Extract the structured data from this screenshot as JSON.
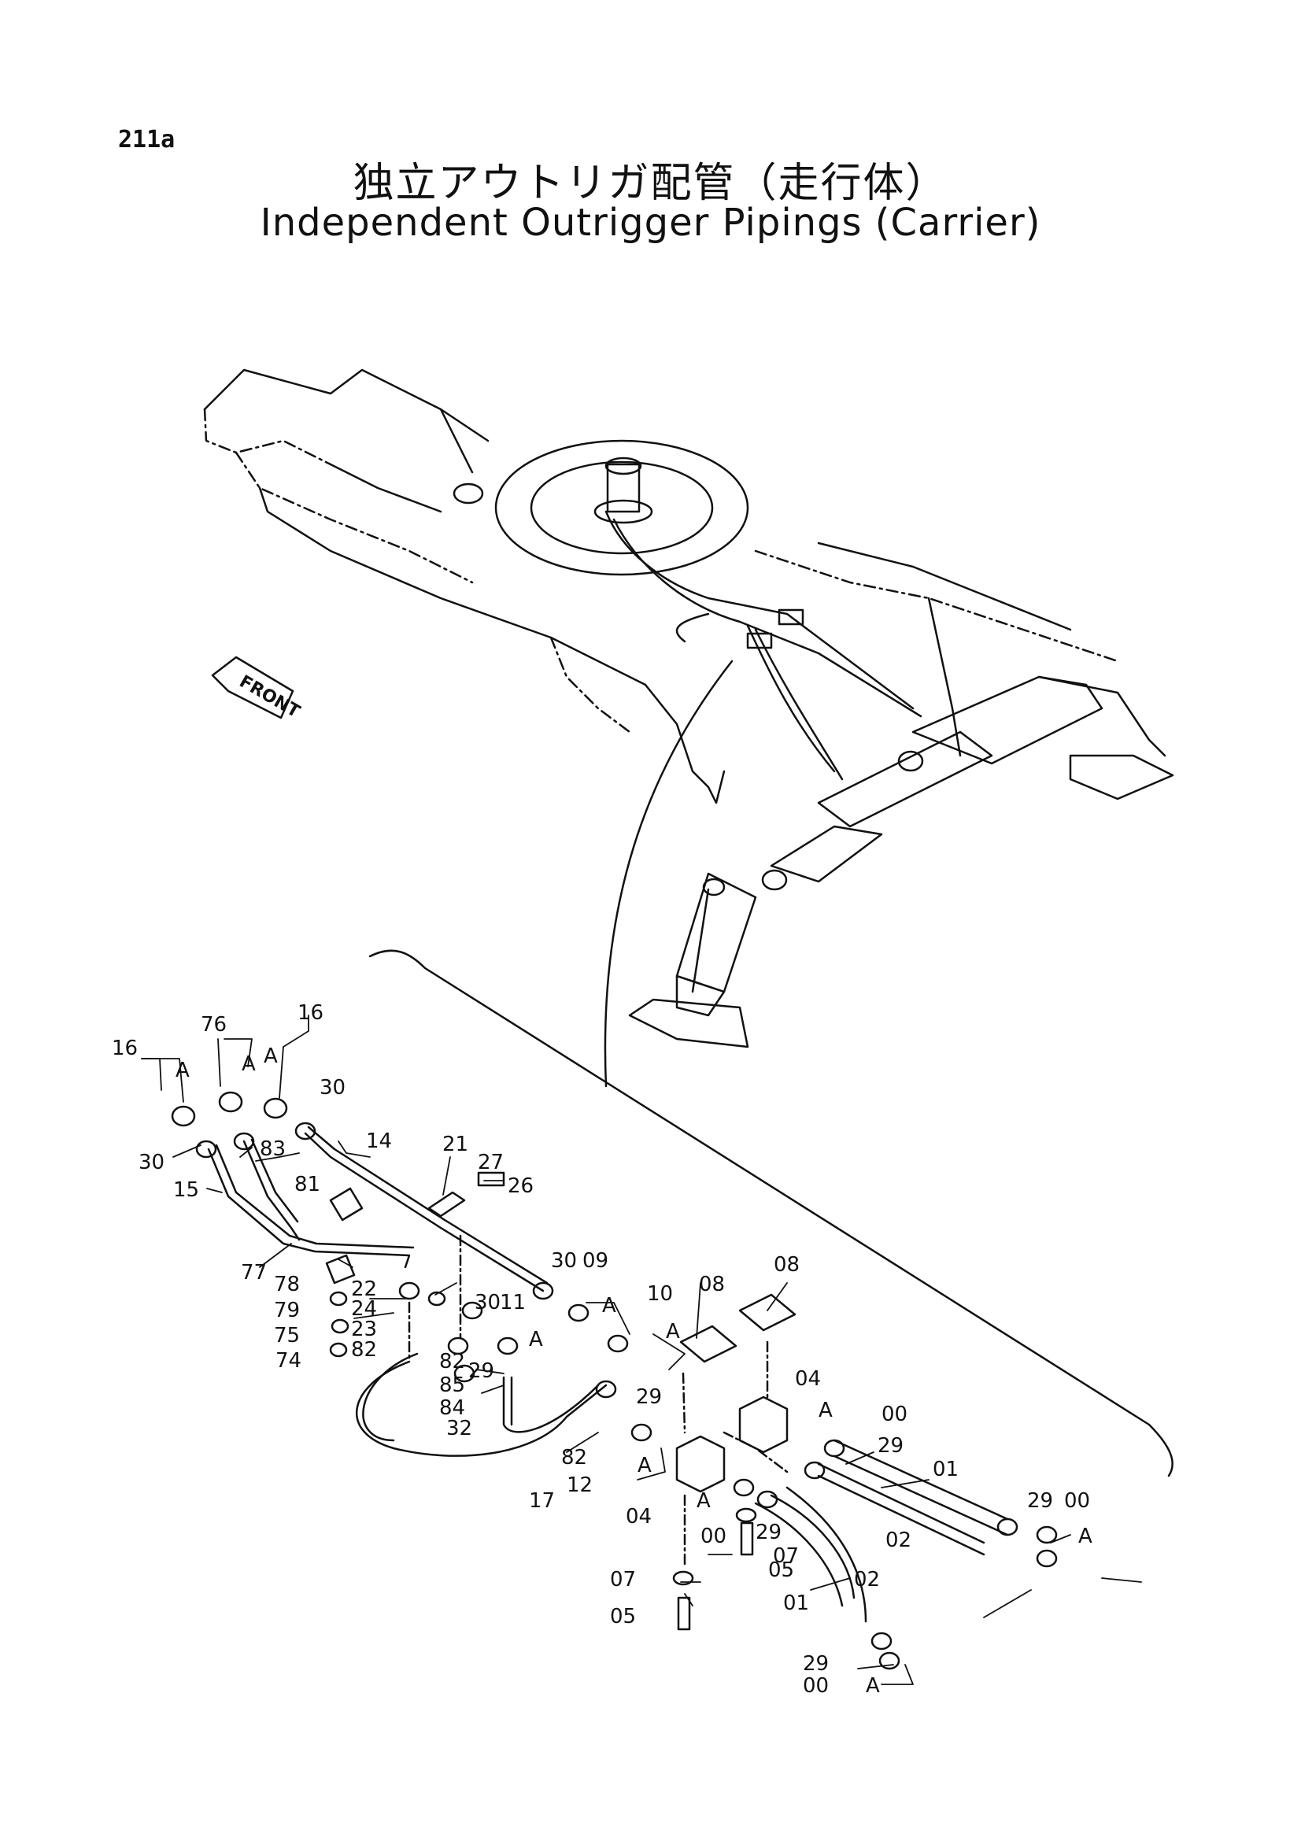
{
  "header": {
    "page_number": "211a",
    "title_jp": "独立アウトリガ配管（走行体）",
    "title_en": "Independent Outrigger Pipings (Carrier)"
  },
  "drawing": {
    "front_label": "FRONT",
    "part_labels": [
      "16",
      "A",
      "76",
      "A",
      "A",
      "16",
      "30",
      "83",
      "30",
      "14",
      "15",
      "21",
      "27",
      "26",
      "81",
      "77",
      "78",
      "22",
      "24",
      "79",
      "23",
      "75",
      "82",
      "74",
      "30",
      "09",
      "A",
      "30",
      "11",
      "A",
      "10",
      "A",
      "08",
      "08",
      "82",
      "85",
      "29",
      "29",
      "84",
      "32",
      "04",
      "A",
      "00",
      "29",
      "82",
      "12",
      "A",
      "17",
      "04",
      "A",
      "00",
      "29",
      "07",
      "01",
      "02",
      "29",
      "00",
      "A",
      "07",
      "05",
      "02",
      "01",
      "05",
      "29",
      "00",
      "A"
    ]
  }
}
